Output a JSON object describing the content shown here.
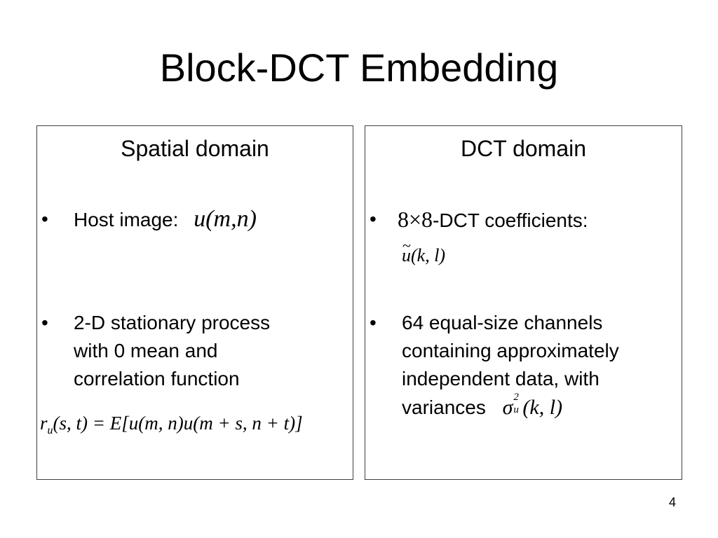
{
  "slide": {
    "title": "Block-DCT Embedding",
    "page_number": "4"
  },
  "left_panel": {
    "heading": "Spatial domain",
    "bullet1_text": "Host image:",
    "bullet1_math": "u(m,n)",
    "bullet2_text_line1": "2-D stationary process",
    "bullet2_text_line2": "with 0 mean and",
    "bullet2_text_line3": "correlation function",
    "formula_lhs": "r",
    "formula_lhs_sub": "u",
    "formula_args": "(s, t) = ",
    "formula_rhs": "E[u(m, n)u(m + s, n + t)]"
  },
  "right_panel": {
    "heading": "DCT domain",
    "bullet1_math": "8×8",
    "bullet1_text": "-DCT coefficients:",
    "bullet1_coeff_base": "u",
    "bullet1_coeff_args": "(k, l)",
    "bullet2_text_line1": "64 equal-size channels",
    "bullet2_text_line2": "containing approximately",
    "bullet2_text_line3": "independent data, with",
    "bullet2_text_line4": "variances",
    "bullet2_sigma": "σ",
    "bullet2_sigma_sup": "2",
    "bullet2_sigma_sub": "u",
    "bullet2_sigma_args": "(k, l)"
  },
  "glyphs": {
    "bullet": "•",
    "tilde": "~"
  }
}
